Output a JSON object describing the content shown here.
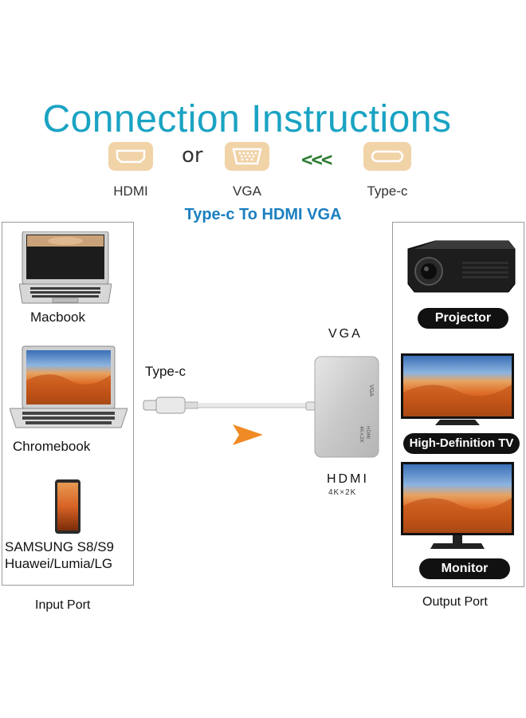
{
  "header": {
    "title": "Connection Instructions",
    "subtitle": "Type-c To HDMI VGA"
  },
  "ports": {
    "hdmi_label": "HDMI",
    "or_text": "or",
    "vga_label": "VGA",
    "chevrons": "<<<",
    "typec_label": "Type-c",
    "icon_color": "#f1d3a8"
  },
  "input_devices": {
    "macbook": "Macbook",
    "chromebook": "Chromebook",
    "phone_line1": "SAMSUNG S8/S9",
    "phone_line2": "Huawei/Lumia/LG",
    "panel_caption": "Input Port"
  },
  "adapter": {
    "cable_label": "Type-c",
    "vga_label": "VGA",
    "hdmi_label": "HDMI",
    "hdmi_res": "4K×2K",
    "side_vga": "VGA",
    "side_hdmi": "4K×2K HDMI",
    "arrow_color": "#f08a24"
  },
  "output_devices": {
    "projector": "Projector",
    "hdtv": "High-Definition TV",
    "monitor": "Monitor",
    "panel_caption": "Output Port"
  }
}
